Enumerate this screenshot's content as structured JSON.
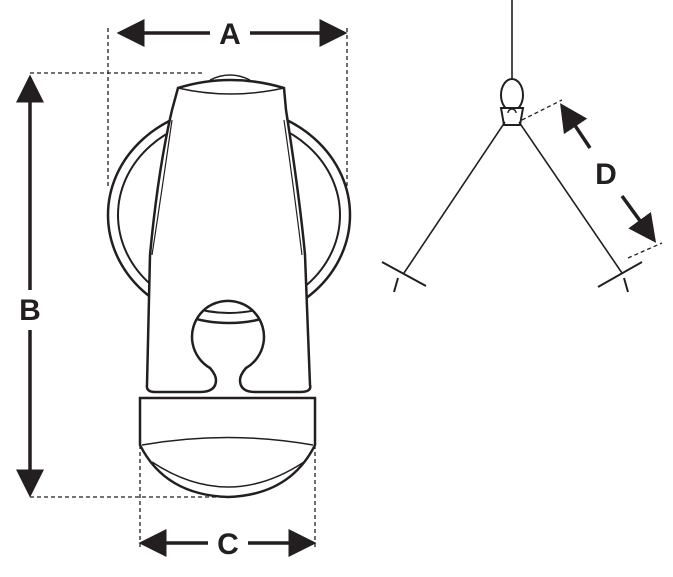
{
  "labels": {
    "a": "A",
    "b": "B",
    "c": "C",
    "d": "D"
  },
  "colors": {
    "ink": "#231f20",
    "background": "#ffffff"
  }
}
